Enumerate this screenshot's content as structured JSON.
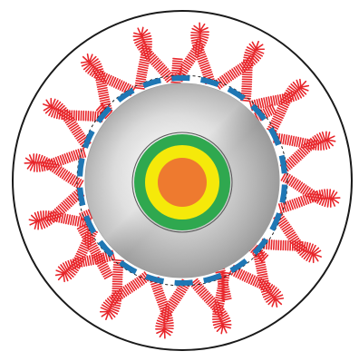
{
  "colors": {
    "background": "#ffffff",
    "outer_circle_stroke": "#1a1a1a",
    "chain": "#e8262b",
    "blue_segment": "#1f77b4",
    "dashed_ring": "#222222",
    "silver_light": "#fdfdfd",
    "silver_mid": "#d2d2d2",
    "silver_dark": "#8e8e8e",
    "core_green": "#2fa84f",
    "core_yellow": "#f5e90a",
    "core_orange": "#ee7a2f"
  },
  "components": {
    "outer_boundary": "outer-circle",
    "shell": "dashed-ring",
    "membrane_patches": "blue-segments",
    "loops": "polymer-chain-loops",
    "bridges": "polymer-chain-bridges",
    "core": "silver-disk",
    "center": "concentric-core"
  }
}
